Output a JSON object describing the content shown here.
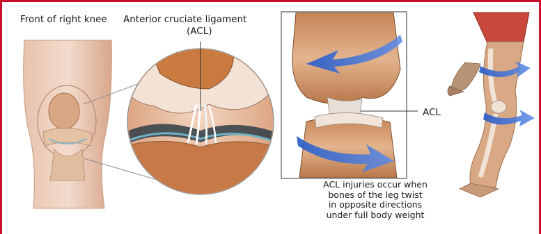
{
  "labels": {
    "front_of_knee": "Front of right knee",
    "acl_title": "Anterior cruciate ligament",
    "acl_abbr": "(ACL)",
    "acl_side": "ACL"
  },
  "caption": {
    "lines": [
      "ACL injuries occur when",
      "bones of the leg twist",
      "in opposite directions",
      "under full body weight"
    ]
  },
  "colors": {
    "frame": "#c8102e",
    "bone": "#e9c9a6",
    "tissue": "#d98a55",
    "arrow": "#3f6fd1"
  }
}
